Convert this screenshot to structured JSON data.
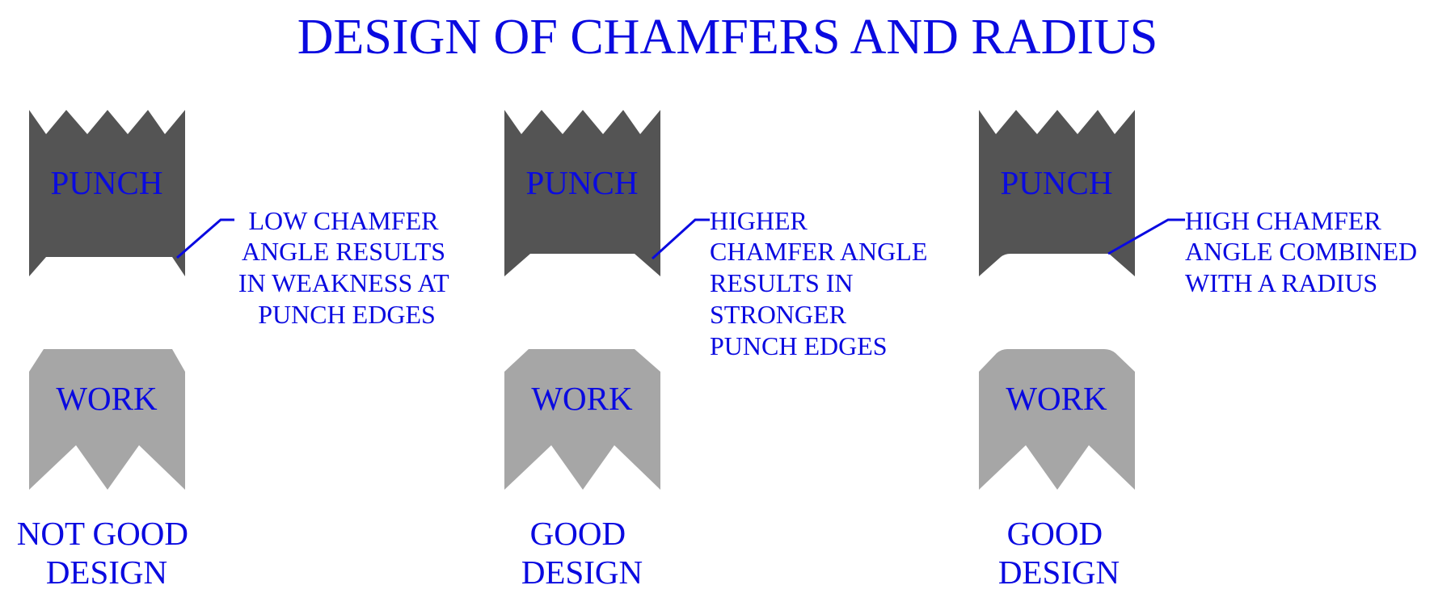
{
  "title": "DESIGN OF CHAMFERS AND RADIUS",
  "colors": {
    "text": "#0a0ae0",
    "punch": "#545454",
    "work": "#a6a6a6",
    "background": "#ffffff"
  },
  "panels": [
    {
      "punch_label": "PUNCH",
      "work_label": "WORK",
      "edge_style": "low-chamfer",
      "note": [
        "LOW CHAMFER",
        "ANGLE RESULTS",
        "IN WEAKNESS AT",
        "PUNCH EDGES"
      ],
      "verdict": [
        "NOT GOOD",
        "DESIGN"
      ]
    },
    {
      "punch_label": "PUNCH",
      "work_label": "WORK",
      "edge_style": "higher-chamfer",
      "note": [
        "HIGHER",
        "CHAMFER ANGLE",
        "RESULTS IN",
        "STRONGER",
        "PUNCH EDGES"
      ],
      "verdict": [
        "GOOD",
        "DESIGN"
      ]
    },
    {
      "punch_label": "PUNCH",
      "work_label": "WORK",
      "edge_style": "high-chamfer-with-radius",
      "note": [
        "HIGH CHAMFER",
        "ANGLE COMBINED",
        "WITH A RADIUS"
      ],
      "verdict": [
        "GOOD",
        "DESIGN"
      ]
    }
  ]
}
